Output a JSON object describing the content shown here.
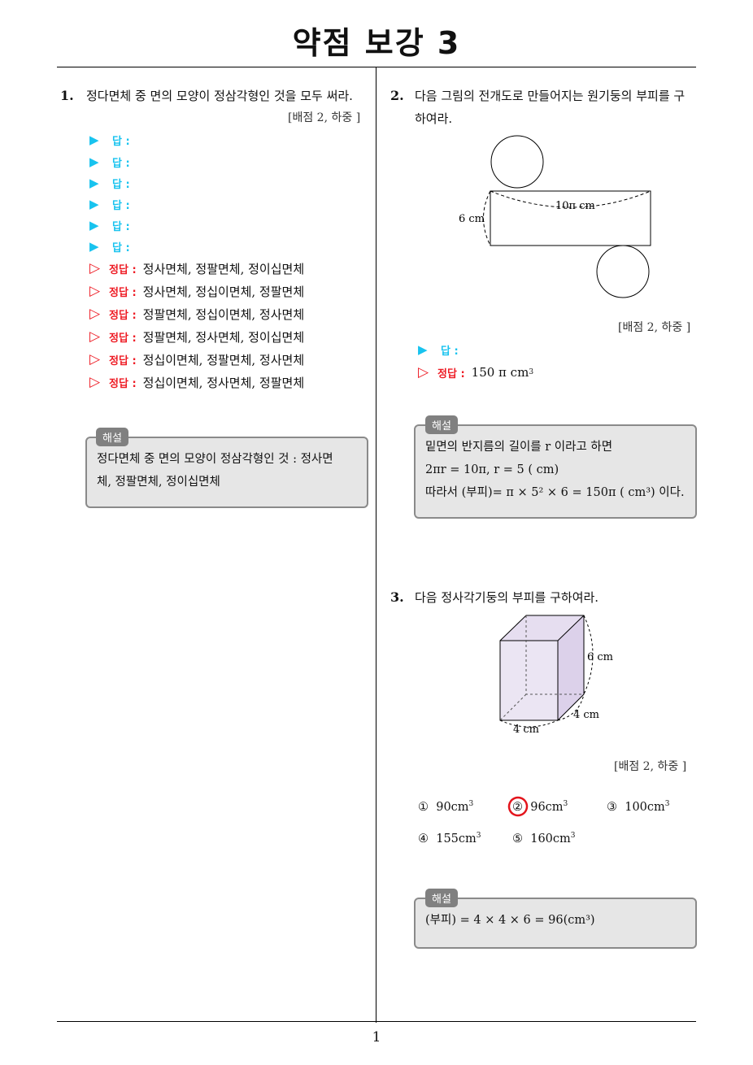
{
  "title": "약점 보강 3",
  "page_number": "1",
  "q1": {
    "number": "1.",
    "text": "정다면체 중 면의 모양이 정삼각형인 것을 모두 써라.",
    "score": "[배점 2,  하중 ]",
    "answer_label": "답 :",
    "correct_label": "정답 :",
    "correct_answers": [
      "정사면체, 정팔면체, 정이십면체",
      "정사면체, 정십이면체, 정팔면체",
      "정팔면체, 정십이면체, 정사면체",
      "정팔면체, 정사면체, 정이십면체",
      "정십이면체, 정팔면체, 정사면체",
      "정십이면체, 정사면체, 정팔면체"
    ],
    "explanation_tag": "해설",
    "explanation_lines": [
      "정다면체 중 면의 모양이 정삼각형인 것 : 정사면",
      "체, 정팔면체, 정이십면체"
    ]
  },
  "q2": {
    "number": "2.",
    "text_lines": [
      "다음 그림의 전개도로 만들어지는 원기둥의 부피를 구",
      "하여라."
    ],
    "figure": {
      "label_top": "10π cm",
      "label_side": "6 cm"
    },
    "score": "[배점 2,  하중 ]",
    "answer_label": "답 :",
    "correct_label": "정답 :",
    "correct_value": "150 π cm",
    "correct_sup": "3",
    "explanation_tag": "해설",
    "explanation_lines": [
      "밑면의 반지름의 길이를 r 이라고 하면",
      "2πr = 10π,  r = 5 ( cm)",
      "따라서 (부피)= π × 5² × 6 = 150π ( cm³) 이다."
    ]
  },
  "q3": {
    "number": "3.",
    "text": "다음 정사각기둥의 부피를 구하여라.",
    "figure": {
      "height_label": "6 cm",
      "depth_label": "4 cm",
      "width_label": "4 cm"
    },
    "score": "[배점 2,  하중 ]",
    "choices": [
      {
        "num": "①",
        "value": "90cm",
        "sup": "3"
      },
      {
        "num": "②",
        "value": "96cm",
        "sup": "3",
        "marked": true
      },
      {
        "num": "③",
        "value": "100cm",
        "sup": "3"
      },
      {
        "num": "④",
        "value": "155cm",
        "sup": "3"
      },
      {
        "num": "⑤",
        "value": "160cm",
        "sup": "3"
      }
    ],
    "explanation_tag": "해설",
    "explanation_line": "(부피) = 4 × 4 × 6 = 96(cm³)"
  }
}
